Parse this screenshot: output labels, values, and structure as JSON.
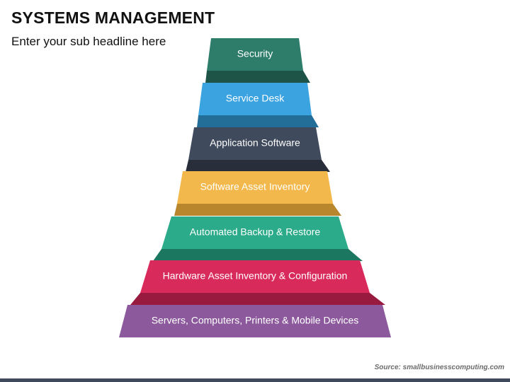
{
  "header": {
    "title": "SYSTEMS MANAGEMENT",
    "subtitle": "Enter your sub headline here"
  },
  "pyramid": {
    "tiers": [
      {
        "label": "Security",
        "color": "#2e7d6b",
        "shadow": "#1e5347"
      },
      {
        "label": "Service Desk",
        "color": "#3aa3e0",
        "shadow": "#236d99"
      },
      {
        "label": "Application Software",
        "color": "#3f4a5c",
        "shadow": "#282f3b"
      },
      {
        "label": "Software Asset Inventory",
        "color": "#f2b84b",
        "shadow": "#b8862c"
      },
      {
        "label": "Automated Backup & Restore",
        "color": "#2bab8a",
        "shadow": "#1c7760"
      },
      {
        "label": "Hardware Asset Inventory & Configuration",
        "color": "#d92a5c",
        "shadow": "#981a3e"
      },
      {
        "label": "Servers, Computers, Printers & Mobile Devices",
        "color": "#8c5a9c",
        "shadow": "#5e3b6a"
      }
    ]
  },
  "footer": {
    "source": "Source: smallbusinesscomputing.com"
  }
}
